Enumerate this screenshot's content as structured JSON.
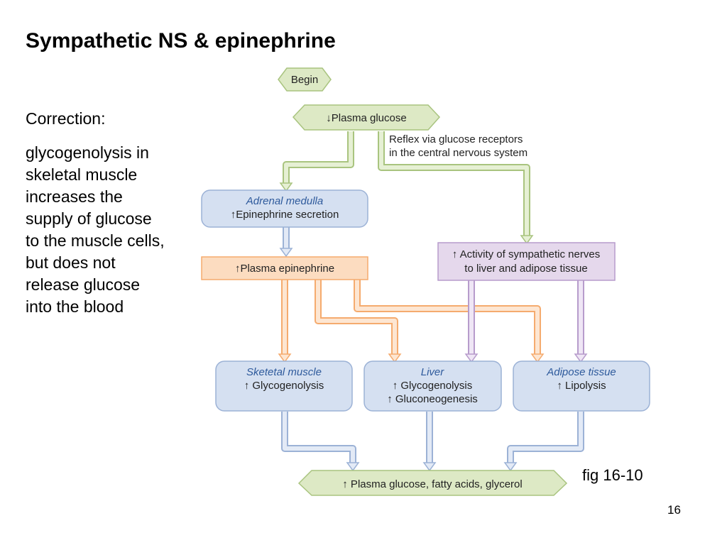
{
  "slide": {
    "title": "Sympathetic NS & epinephrine",
    "side_label": "Correction:",
    "side_text_lines": [
      "glycogenolysis in",
      "skeletal muscle",
      "increases the",
      "supply of glucose",
      "to the muscle cells,",
      "but does not",
      "release glucose",
      "into the blood"
    ],
    "figure_caption": "fig 16-10",
    "page_number": "16"
  },
  "diagram": {
    "begin": "Begin",
    "plasma_glucose": "↓Plasma glucose",
    "reflex_note": [
      "Reflex via glucose receptors",
      "in the central nervous system"
    ],
    "adrenal_medulla": {
      "title": "Adrenal medulla",
      "line": "↑Epinephrine secretion"
    },
    "plasma_epinephrine": "↑Plasma epinephrine",
    "sympathetic_nerves": [
      "↑ Activity of sympathetic nerves",
      "to liver and adipose tissue"
    ],
    "skeletal_muscle": {
      "title": "Sketetal muscle",
      "lines": [
        "↑ Glycogenolysis"
      ]
    },
    "liver": {
      "title": "Liver",
      "lines": [
        "↑ Glycogenolysis",
        "↑ Gluconeogenesis"
      ]
    },
    "adipose_tissue": {
      "title": "Adipose tissue",
      "lines": [
        "↑ Lipolysis"
      ]
    },
    "final_output": "↑ Plasma glucose, fatty acids, glycerol"
  },
  "colors": {
    "green_fill": "#dde9c5",
    "green_stroke": "#a9c47f",
    "blue_fill": "#d5e0f1",
    "blue_stroke": "#9cb2d6",
    "orange_fill": "#fcdcc0",
    "orange_stroke": "#f5ab6e",
    "purple_fill": "#e5d8ec",
    "purple_stroke": "#b79ccc",
    "tissue_title": "#2e5a9c"
  }
}
